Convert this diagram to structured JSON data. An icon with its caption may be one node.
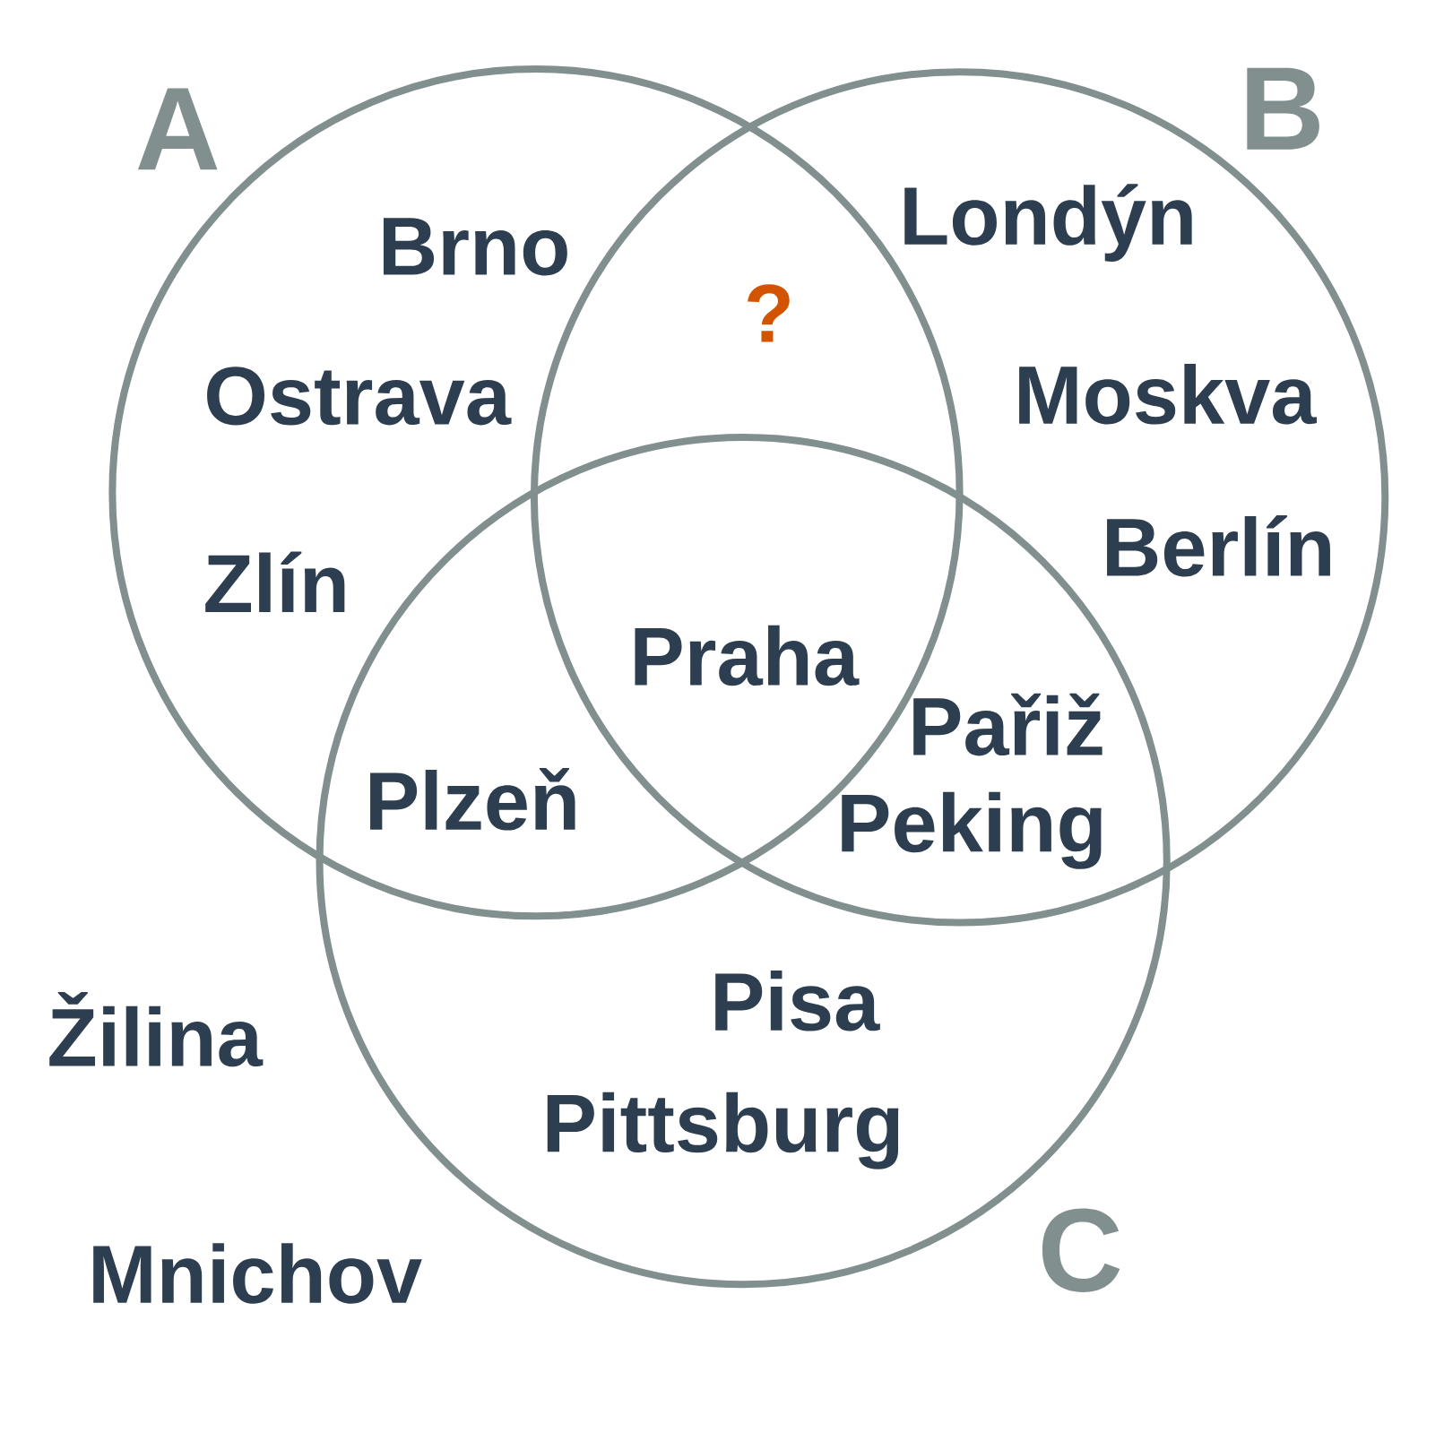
{
  "diagram": {
    "nodes": [
      {
        "text": [
          "A"
        ]
      },
      {
        "text": [
          "B"
        ]
      },
      {
        "text": [
          "C"
        ]
      }
    ],
    "edges": [],
    "labels": [
      "Brno",
      "Londýn",
      "?",
      "Ostrava",
      "Moskva",
      "Berlín",
      "Zlín",
      "Praha",
      "Pařiž",
      "Plzeň",
      "Peking",
      "Pisa",
      "Žilina",
      "Pittsburg",
      "Mnichov"
    ]
  }
}
